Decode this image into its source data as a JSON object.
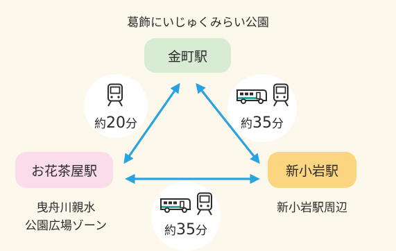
{
  "colors": {
    "background": "#fdf8ec",
    "arrow": "#27a3e0",
    "kanamachi": "#d8ecd3",
    "ohanajaya": "#fadcea",
    "shinkoiwa": "#fbd57f",
    "icon": "#2b2b2b",
    "icon_accent": "#2fa6a0"
  },
  "park_name": "葛飾にいじゅくみらい公園",
  "stations": {
    "kanamachi": "金町駅",
    "ohanajaya": "お花茶屋駅",
    "shinkoiwa": "新小岩駅"
  },
  "areas": {
    "ohanajaya_line1": "曳舟川親水",
    "ohanajaya_line2": "公園広場ゾーン",
    "shinkoiwa": "新小岩駅周辺"
  },
  "routes": {
    "left": {
      "icons": [
        "train-icon"
      ],
      "prefix": "約",
      "number": "20",
      "unit": "分"
    },
    "right": {
      "icons": [
        "bus-icon",
        "train-icon"
      ],
      "prefix": "約",
      "number": "35",
      "unit": "分"
    },
    "bottom": {
      "icons": [
        "bus-icon",
        "train-icon"
      ],
      "prefix": "約",
      "number": "35",
      "unit": "分"
    }
  }
}
